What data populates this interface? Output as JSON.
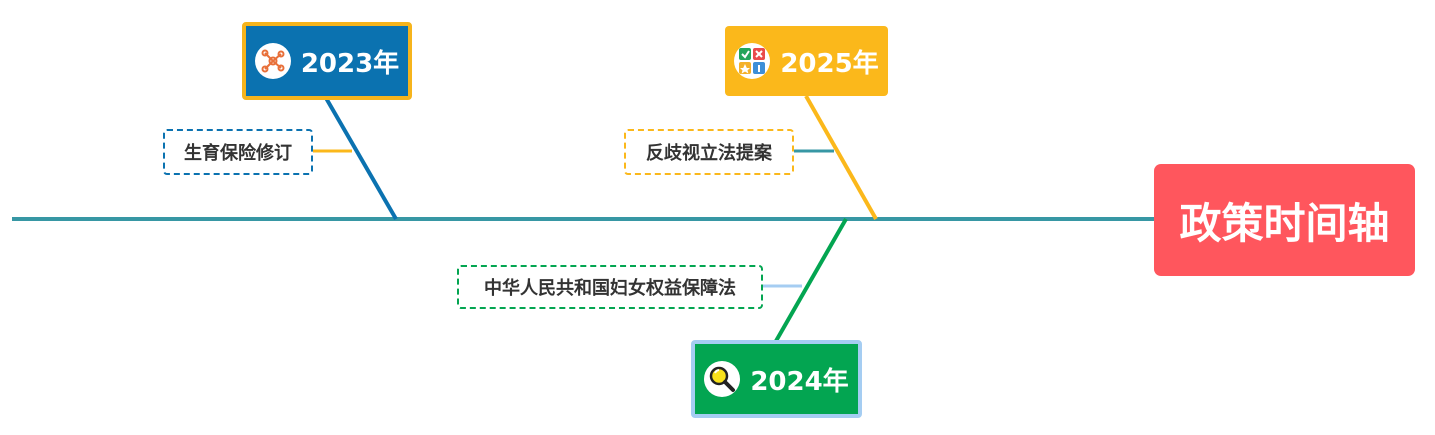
{
  "central": {
    "label": "政策时间轴"
  },
  "branches": [
    {
      "year": "2023年",
      "icon": "network-icon",
      "color": "#0b72b0",
      "topic": "生育保险修订"
    },
    {
      "year": "2024年",
      "icon": "magnifier-icon",
      "color": "#03a551",
      "topic": "中华人民共和国妇女权益保障法"
    },
    {
      "year": "2025年",
      "icon": "checklist-icon",
      "color": "#fbb81b",
      "topic": "反歧视立法提案"
    }
  ],
  "colors": {
    "spine": "#3797a4",
    "central_bg": "#ff565d",
    "border_2023": "#f6b41c",
    "border_2024": "#a5cdf2"
  }
}
